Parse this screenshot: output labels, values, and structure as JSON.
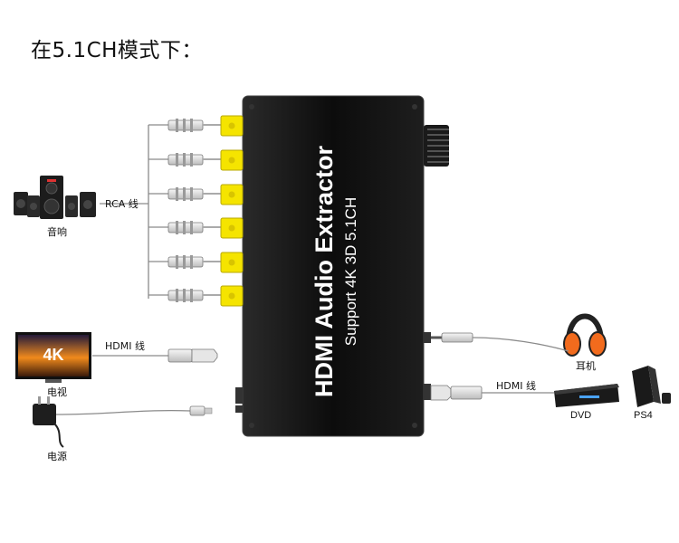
{
  "heading": "在5.1CH模式下：",
  "device": {
    "title": "HDMI Audio Extractor",
    "subtitle": "Support 4K 3D 5.1CH"
  },
  "labels": {
    "rca_cable": "RCA 线",
    "speaker": "音响",
    "hdmi_cable_left": "HDMI 线",
    "tv": "电视",
    "tv_screen": "4K",
    "power": "电源",
    "headphones": "耳机",
    "hdmi_cable_right": "HDMI 线",
    "dvd": "DVD",
    "ps4": "PS4"
  },
  "colors": {
    "device_body": "#111111",
    "rca_port": "#f5e400",
    "cable": "#888888",
    "tv_glow": "#f08a1c",
    "headphone_accent": "#f26b1d"
  }
}
